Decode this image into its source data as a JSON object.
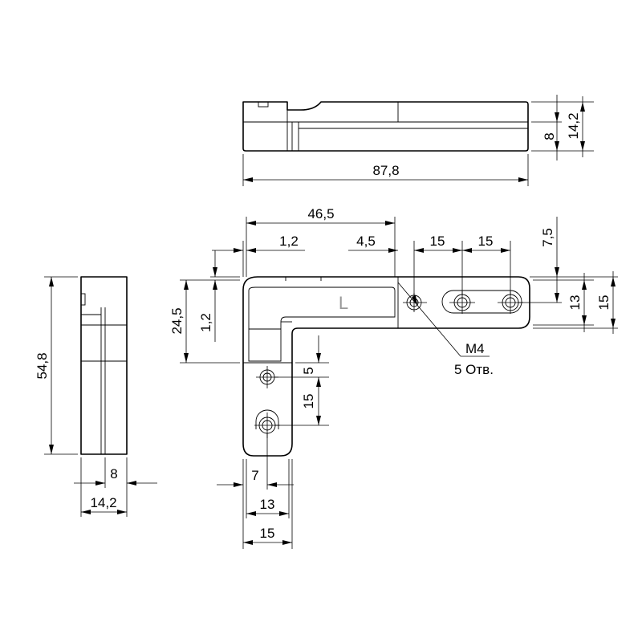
{
  "top_view": {
    "length": "87,8",
    "height_8": "8",
    "height_14": "14,2"
  },
  "side_view": {
    "height": "54,8",
    "width_8": "8",
    "width_14": "14,2"
  },
  "main_view": {
    "dim_46_5": "46,5",
    "dim_1_2_top": "1,2",
    "dim_4_5": "4,5",
    "dim_15_a": "15",
    "dim_15_b": "15",
    "dim_7_5": "7,5",
    "dim_13_right": "13",
    "dim_15_right": "15",
    "dim_24_5": "24,5",
    "dim_1_2_left": "1,2",
    "dim_5": "5",
    "dim_15_vert": "15",
    "dim_7": "7",
    "dim_13_bottom": "13",
    "dim_15_bottom": "15",
    "mark_L": "L",
    "callout_thread": "M4",
    "callout_holes": "5 Отв."
  }
}
